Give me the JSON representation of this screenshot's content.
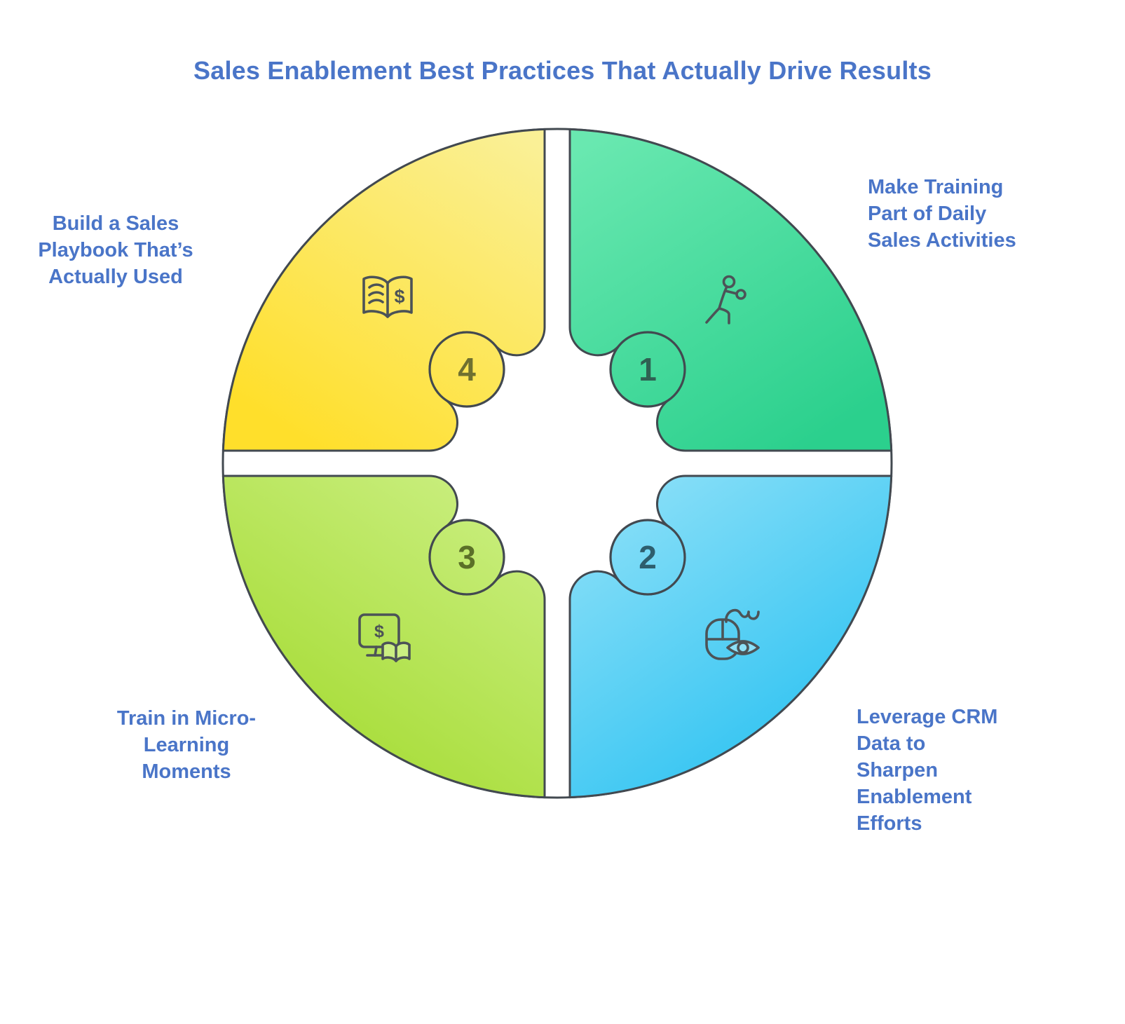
{
  "title": {
    "text": "Sales Enablement Best Practices That Actually Drive Results",
    "color": "#4A75C8"
  },
  "quadrants": [
    {
      "number": "1",
      "label": "Make Training\nPart of Daily\nSales Activities",
      "position": "top-right",
      "icon": "boxing-person-icon",
      "color_light": "#69E8B0",
      "color_dark": "#2BD08D",
      "number_color": "#2F6052"
    },
    {
      "number": "2",
      "label": "Leverage CRM\nData to\nSharpen\nEnablement\nEfforts",
      "position": "bottom-right",
      "icon": "mouse-eye-icon",
      "color_light": "#8CE0F8",
      "color_dark": "#29C1F1",
      "number_color": "#2E5E6E"
    },
    {
      "number": "3",
      "label": "Train in Micro-\nLearning\nMoments",
      "position": "bottom-left",
      "icon": "screen-dollar-book-icon",
      "color_light": "#CBEF82",
      "color_dark": "#A4DB31",
      "number_color": "#5B7028"
    },
    {
      "number": "4",
      "label": "Build a Sales\nPlaybook That’s\nActually Used",
      "position": "top-left",
      "icon": "open-book-dollar-icon",
      "color_light": "#FAF096",
      "color_dark": "#FFDF2B",
      "number_color": "#6F7030"
    }
  ],
  "icon_glyphs": {
    "dollar": "$"
  },
  "outline_color": "#424950"
}
